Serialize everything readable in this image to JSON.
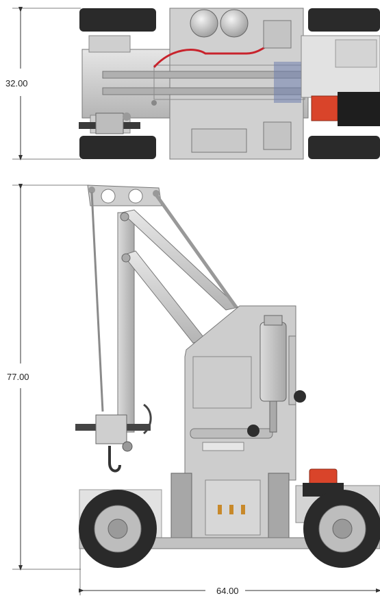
{
  "dimensions": {
    "top_height": "32.00",
    "side_height": "77.00",
    "base_width": "64.00"
  },
  "colors": {
    "frame": "#c8c8c8",
    "frame_dark": "#8a8a8a",
    "tire": "#2a2a2a",
    "hub": "#bdbdbd",
    "accent_red": "#d9442a",
    "hose_red": "#c8232c",
    "motor_black": "#1e1e1e",
    "dimension_line": "#333333"
  }
}
